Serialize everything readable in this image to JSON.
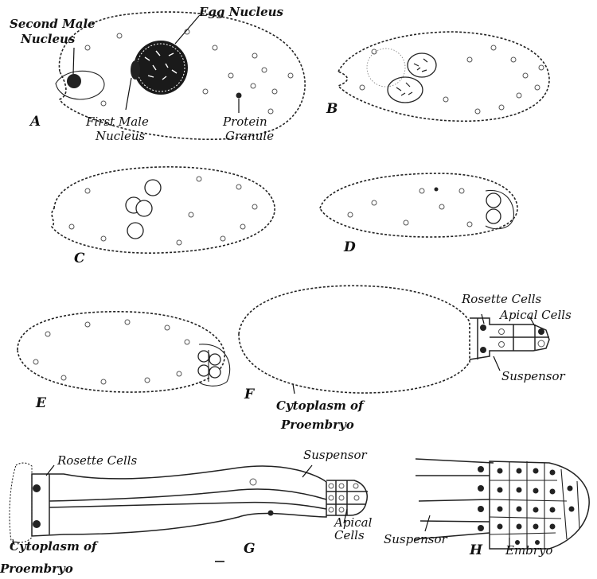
{
  "panels": {
    "A": {
      "letter": "A",
      "second_male_nucleus_line1": "Second Male",
      "second_male_nucleus_line2": "Nucleus",
      "egg_nucleus": "Egg Nucleus",
      "first_male_nucleus_line1": "First Male",
      "first_male_nucleus_line2": "Nucleus",
      "protein_granule_line1": "Protein",
      "protein_granule_line2": "Granule"
    },
    "B": {
      "letter": "B"
    },
    "C": {
      "letter": "C"
    },
    "D": {
      "letter": "D"
    },
    "E": {
      "letter": "E"
    },
    "F": {
      "letter": "F",
      "rosette_cells": "Rosette Cells",
      "apical_cells": "Apical Cells",
      "suspensor": "Suspensor",
      "cytoplasm_line1": "Cytoplasm of",
      "cytoplasm_line2": "Proembryo"
    },
    "G": {
      "letter": "G",
      "rosette_cells": "Rosette Cells",
      "suspensor": "Suspensor",
      "apical_line1": "Apical",
      "apical_line2": "Cells",
      "cytoplasm_line1": "Cytoplasm of",
      "cytoplasm_line2": "Proembryo"
    },
    "H": {
      "letter": "H",
      "suspensor": "Suspensor",
      "embryo": "Embryo"
    }
  }
}
